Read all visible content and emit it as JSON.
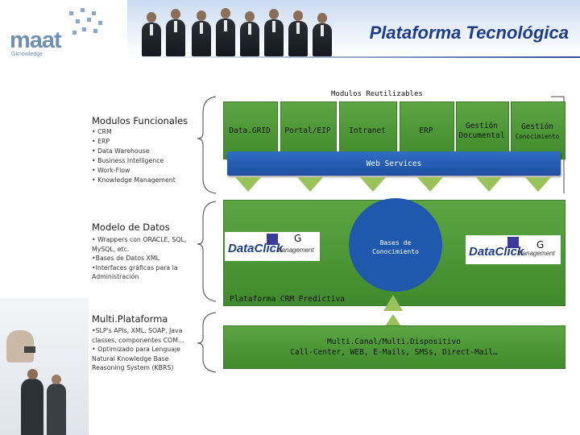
{
  "brand": {
    "logo_text": "maat",
    "logo_sub": "Gknowledge"
  },
  "header": {
    "title": "Plataforma Tecnológica"
  },
  "reusable": {
    "title": "Modulos Reutilizables"
  },
  "modules": [
    {
      "label": "Data.GRID"
    },
    {
      "label": "Portal/EIP"
    },
    {
      "label": "Intranet"
    },
    {
      "label": "ERP"
    },
    {
      "label": "Gestión",
      "label2": "Documental"
    },
    {
      "label": "Gestión",
      "label2": "Conocimiento"
    }
  ],
  "web_services": {
    "label": "Web Services"
  },
  "functional": {
    "title": "Modulos Funcionales",
    "items": [
      "• CRM",
      "• ERP",
      "• Data Warehouse",
      "• Business Intelligence",
      "• Work-Flow",
      "• Knowledge Management"
    ]
  },
  "data_model": {
    "title": "Modelo de Datos",
    "lines": [
      "• Wrappers con ORACLE, SQL,",
      "MySQL, etc.",
      "•Bases de Datos XML",
      "•Interfaces gráficas para la",
      "Administración"
    ]
  },
  "knowledge_base": {
    "line1": "Bases de",
    "line2": "Conocimiento"
  },
  "dataclick": {
    "main": "DataClick",
    "sub": "Management",
    "mark": "G"
  },
  "crm": {
    "label": "Plataforma CRM Predictiva"
  },
  "multiplatform": {
    "title": "Multi.Plataforma",
    "lines": [
      "•SLP's APIs, XML, SOAP, Java",
      "classes, componentes COM…",
      "• Optimizado para Lenguaje",
      "Natural Knowledge Base",
      "Reasoning System (KBRS)"
    ]
  },
  "multicanal": {
    "line1": "Multi.Canal/Multi.Dispositivo",
    "line2": "Call-Center, WEB, E-Mails, SMSs, Direct-Mail…"
  },
  "colors": {
    "green": "#4e9a36",
    "blue": "#2a62b8",
    "title_blue": "#1f3c88"
  }
}
